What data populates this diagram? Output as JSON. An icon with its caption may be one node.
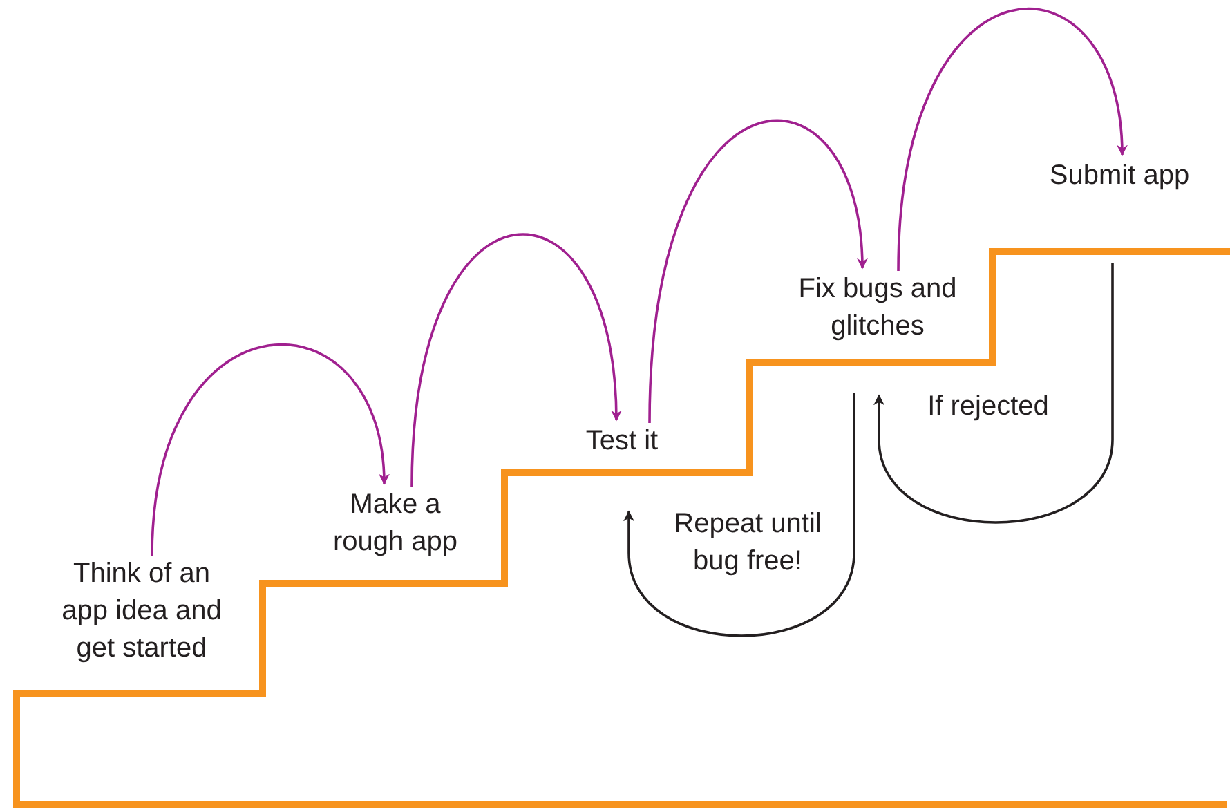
{
  "diagram": {
    "nodes": [
      {
        "text": [
          "Think of an app idea and get started"
        ]
      },
      {
        "text": [
          "Make a rough app"
        ]
      },
      {
        "text": [
          "Test it"
        ]
      },
      {
        "text": [
          "Fix bugs and glitches"
        ]
      },
      {
        "text": [
          "Submit app"
        ]
      }
    ],
    "edges": [
      {
        "from": 0,
        "to": 1,
        "arrow": "to"
      },
      {
        "from": 1,
        "to": 2,
        "arrow": "to"
      },
      {
        "from": 2,
        "to": 3,
        "arrow": "to"
      },
      {
        "from": 3,
        "to": 4,
        "arrow": "to"
      },
      {
        "from": 3,
        "to": 2,
        "arrow": "to",
        "label": "Repeat until bug free!",
        "color": "#231f20"
      },
      {
        "from": 4,
        "to": 3,
        "arrow": "to",
        "label": "If rejected",
        "color": "#231f20"
      }
    ]
  }
}
